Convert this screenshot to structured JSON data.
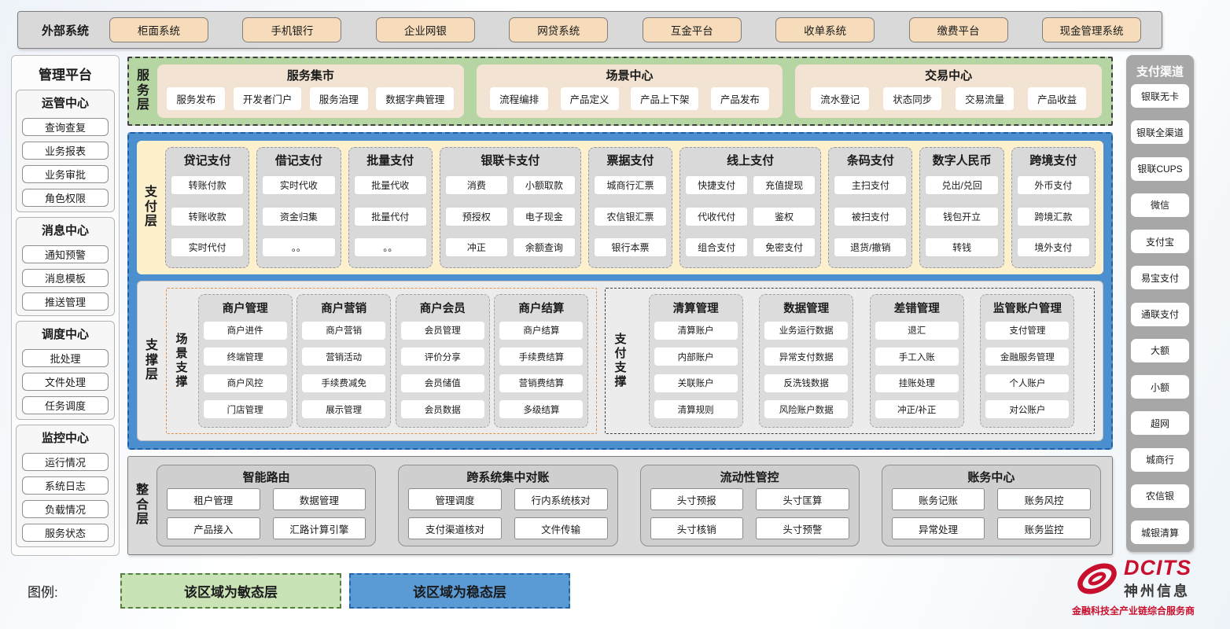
{
  "external_systems": {
    "label": "外部系统",
    "items": [
      "柜面系统",
      "手机银行",
      "企业网银",
      "网贷系统",
      "互金平台",
      "收单系统",
      "缴费平台",
      "现金管理系统"
    ]
  },
  "management_platform": {
    "title": "管理平台",
    "groups": [
      {
        "title": "运管中心",
        "items": [
          "查询查复",
          "业务报表",
          "业务审批",
          "角色权限"
        ]
      },
      {
        "title": "消息中心",
        "items": [
          "通知预警",
          "消息模板",
          "推送管理"
        ]
      },
      {
        "title": "调度中心",
        "items": [
          "批处理",
          "文件处理",
          "任务调度"
        ]
      },
      {
        "title": "监控中心",
        "items": [
          "运行情况",
          "系统日志",
          "负载情况",
          "服务状态"
        ]
      }
    ]
  },
  "service_layer": {
    "label": "服务层",
    "groups": [
      {
        "title": "服务集市",
        "items": [
          "服务发布",
          "开发者门户",
          "服务治理",
          "数据字典管理"
        ]
      },
      {
        "title": "场景中心",
        "items": [
          "流程编排",
          "产品定义",
          "产品上下架",
          "产品发布"
        ]
      },
      {
        "title": "交易中心",
        "items": [
          "流水登记",
          "状态同步",
          "交易流量",
          "产品收益"
        ]
      }
    ]
  },
  "payment_layer": {
    "label": "支付层",
    "groups": [
      {
        "title": "贷记支付",
        "cols": 1,
        "items": [
          "转账付款",
          "转账收款",
          "实时代付"
        ]
      },
      {
        "title": "借记支付",
        "cols": 1,
        "items": [
          "实时代收",
          "资金归集",
          "。。"
        ]
      },
      {
        "title": "批量支付",
        "cols": 1,
        "items": [
          "批量代收",
          "批量代付",
          "。。"
        ]
      },
      {
        "title": "银联卡支付",
        "cols": 2,
        "items": [
          "消费",
          "小额取款",
          "预授权",
          "电子现金",
          "冲正",
          "余额查询"
        ]
      },
      {
        "title": "票据支付",
        "cols": 1,
        "items": [
          "城商行汇票",
          "农信银汇票",
          "银行本票"
        ]
      },
      {
        "title": "线上支付",
        "cols": 2,
        "items": [
          "快捷支付",
          "充值提现",
          "代收代付",
          "鉴权",
          "组合支付",
          "免密支付"
        ]
      },
      {
        "title": "条码支付",
        "cols": 1,
        "items": [
          "主扫支付",
          "被扫支付",
          "退货/撤销"
        ]
      },
      {
        "title": "数字人民币",
        "cols": 1,
        "items": [
          "兑出/兑回",
          "钱包开立",
          "转钱"
        ]
      },
      {
        "title": "跨境支付",
        "cols": 1,
        "items": [
          "外币支付",
          "跨境汇款",
          "境外支付"
        ]
      }
    ]
  },
  "support_layer": {
    "label": "支撑层",
    "sections": [
      {
        "label": "场景支撑",
        "style": "orange",
        "groups": [
          {
            "title": "商户管理",
            "items": [
              "商户进件",
              "终端管理",
              "商户风控",
              "门店管理"
            ]
          },
          {
            "title": "商户营销",
            "items": [
              "商户营销",
              "营销活动",
              "手续费减免",
              "展示管理"
            ]
          },
          {
            "title": "商户会员",
            "items": [
              "会员管理",
              "评价分享",
              "会员储值",
              "会员数据"
            ]
          },
          {
            "title": "商户结算",
            "items": [
              "商户结算",
              "手续费结算",
              "营销费结算",
              "多级结算"
            ]
          }
        ]
      },
      {
        "label": "支付支撑",
        "style": "dark",
        "groups": [
          {
            "title": "清算管理",
            "items": [
              "清算账户",
              "内部账户",
              "关联账户",
              "清算规则"
            ]
          },
          {
            "title": "数据管理",
            "items": [
              "业务运行数据",
              "异常支付数据",
              "反洗钱数据",
              "风险账户数据"
            ]
          },
          {
            "title": "差错管理",
            "items": [
              "退汇",
              "手工入账",
              "挂账处理",
              "冲正/补正"
            ]
          },
          {
            "title": "监管账户管理",
            "items": [
              "支付管理",
              "金融服务管理",
              "个人账户",
              "对公账户"
            ]
          }
        ]
      }
    ]
  },
  "integration_layer": {
    "label": "整合层",
    "groups": [
      {
        "title": "智能路由",
        "items": [
          "租户管理",
          "数据管理",
          "产品接入",
          "汇路计算引擎"
        ]
      },
      {
        "title": "跨系统集中对账",
        "items": [
          "管理调度",
          "行内系统核对",
          "支付渠道核对",
          "文件传输"
        ]
      },
      {
        "title": "流动性管控",
        "items": [
          "头寸预报",
          "头寸匡算",
          "头寸核销",
          "头寸预警"
        ]
      },
      {
        "title": "账务中心",
        "items": [
          "账务记账",
          "账务风控",
          "异常处理",
          "账务监控"
        ]
      }
    ]
  },
  "payment_channels": {
    "title": "支付渠道",
    "items": [
      "银联无卡",
      "银联全渠道",
      "银联CUPS",
      "微信",
      "支付宝",
      "易宝支付",
      "通联支付",
      "大额",
      "小额",
      "超网",
      "城商行",
      "农信银",
      "城银清算"
    ]
  },
  "legend": {
    "label": "图例:",
    "agile": "该区域为敏态层",
    "stable": "该区域为稳态层"
  },
  "logo": {
    "brand": "DCITS",
    "company": "神州信息",
    "tagline": "金融科技全产业链综合服务商"
  },
  "colors": {
    "agile_green": "#b5d5a3",
    "stable_blue": "#4c8fce",
    "accent_tan": "#f6dcba",
    "panel_gray": "#d9d9d9",
    "brand_red": "#c8102e"
  }
}
